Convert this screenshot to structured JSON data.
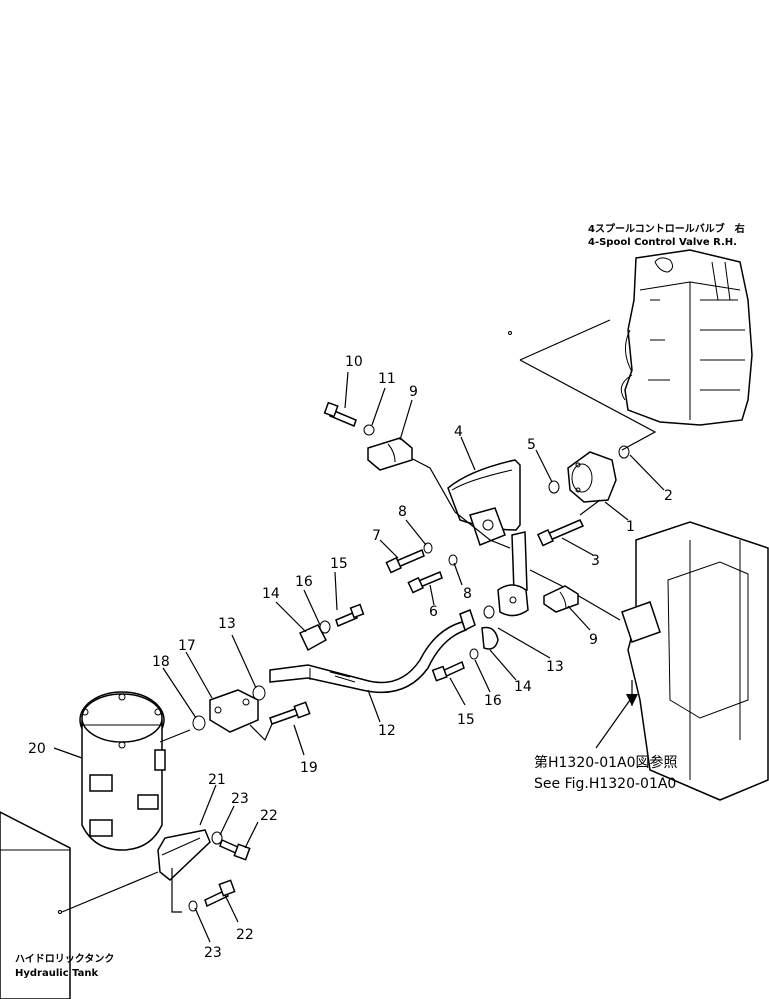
{
  "callouts": [
    {
      "id": "c1",
      "text": "1"
    },
    {
      "id": "c2",
      "text": "2"
    },
    {
      "id": "c3",
      "text": "3"
    },
    {
      "id": "c4",
      "text": "4"
    },
    {
      "id": "c5",
      "text": "5"
    },
    {
      "id": "c6",
      "text": "6"
    },
    {
      "id": "c7",
      "text": "7"
    },
    {
      "id": "c8a",
      "text": "8"
    },
    {
      "id": "c8b",
      "text": "8"
    },
    {
      "id": "c9a",
      "text": "9"
    },
    {
      "id": "c9b",
      "text": "9"
    },
    {
      "id": "c10",
      "text": "10"
    },
    {
      "id": "c11",
      "text": "11"
    },
    {
      "id": "c12",
      "text": "12"
    },
    {
      "id": "c13a",
      "text": "13"
    },
    {
      "id": "c13b",
      "text": "13"
    },
    {
      "id": "c14a",
      "text": "14"
    },
    {
      "id": "c14b",
      "text": "14"
    },
    {
      "id": "c15a",
      "text": "15"
    },
    {
      "id": "c15b",
      "text": "15"
    },
    {
      "id": "c16a",
      "text": "16"
    },
    {
      "id": "c16b",
      "text": "16"
    },
    {
      "id": "c17",
      "text": "17"
    },
    {
      "id": "c18",
      "text": "18"
    },
    {
      "id": "c19",
      "text": "19"
    },
    {
      "id": "c20",
      "text": "20"
    },
    {
      "id": "c21",
      "text": "21"
    },
    {
      "id": "c22a",
      "text": "22"
    },
    {
      "id": "c22b",
      "text": "22"
    },
    {
      "id": "c23a",
      "text": "23"
    },
    {
      "id": "c23b",
      "text": "23"
    }
  ],
  "labels": {
    "valve_jp": "4スプールコントロールバルブ　右",
    "valve_en": "4-Spool  Control  Valve   R.H.",
    "ref_jp": "第H1320-01A0図参照",
    "ref_en": "See Fig.H1320-01A0",
    "tank_jp": "ハイドロリックタンク",
    "tank_en": "Hydraulic  Tank"
  }
}
